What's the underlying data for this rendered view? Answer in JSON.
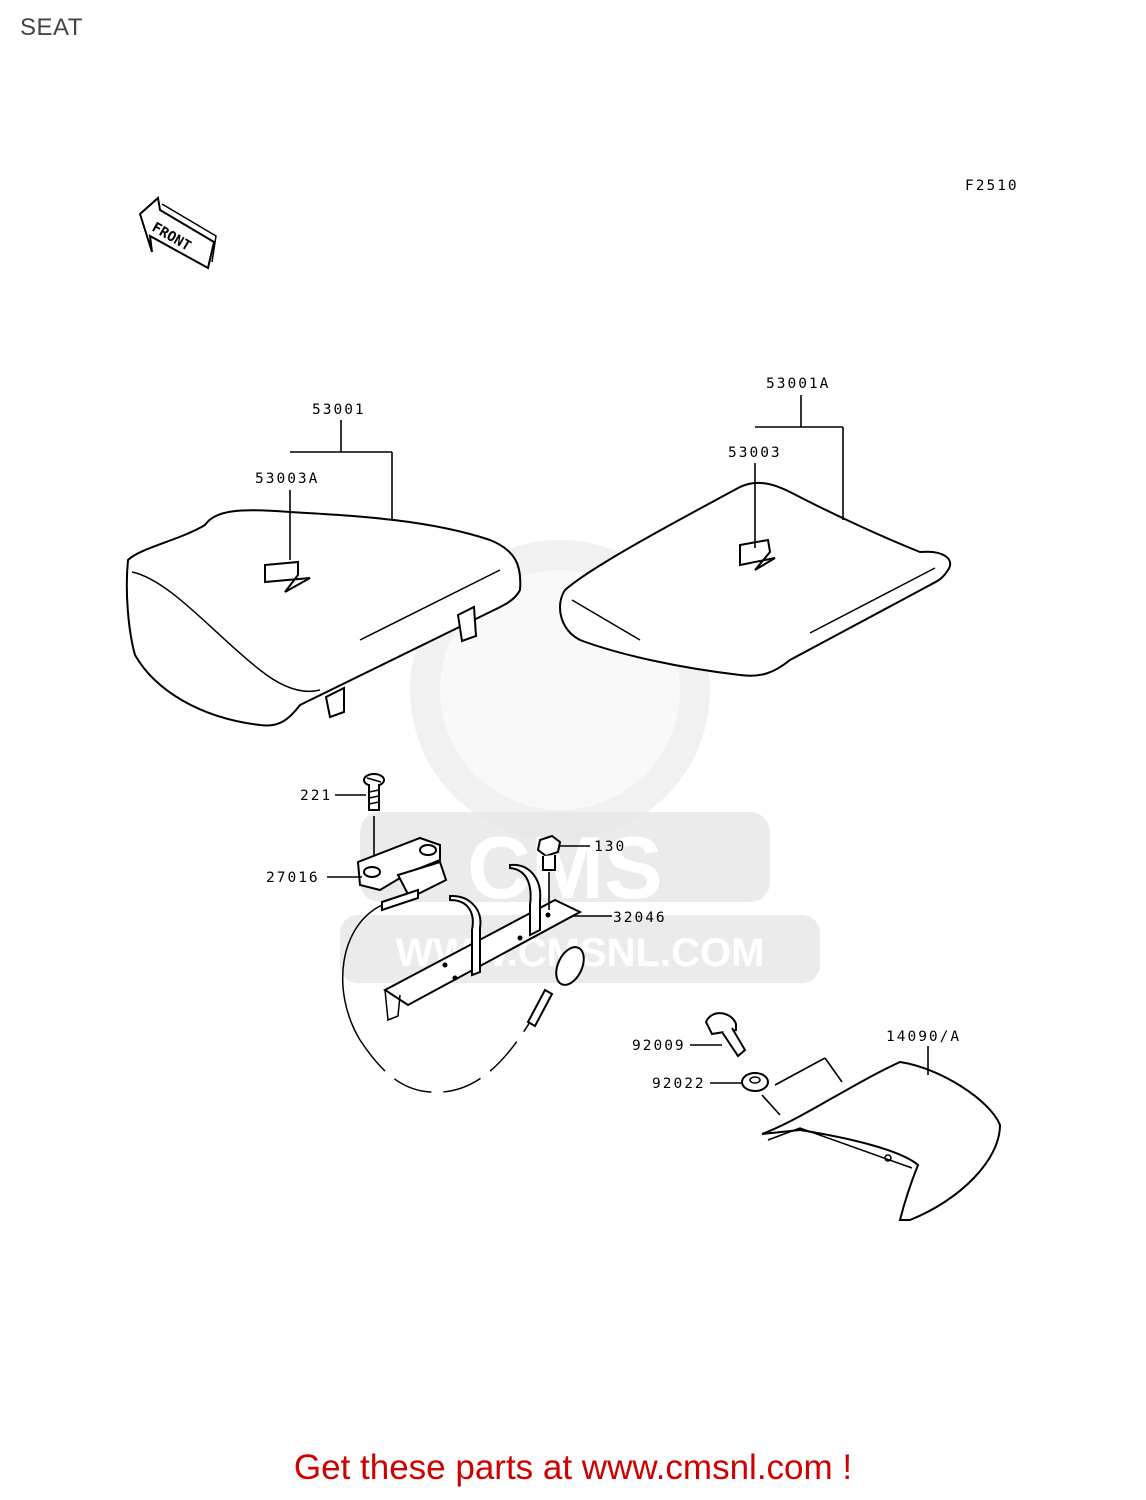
{
  "page": {
    "title": "SEAT"
  },
  "diagram": {
    "figure_code": "F2510",
    "front_arrow_text": "FRONT",
    "watermark": {
      "logo_text": "CMS",
      "url_text": "WWW.CMSNL.COM"
    },
    "part_labels": {
      "p53001": "53001",
      "p53003A": "53003A",
      "p53001A": "53001A",
      "p53003": "53003",
      "p221": "221",
      "p130": "130",
      "p27016": "27016",
      "p32046": "32046",
      "p92009": "92009",
      "p92022": "92022",
      "p14090A": "14090/A"
    }
  },
  "footer": {
    "cta_text": "Get these parts at www.cmsnl.com !",
    "cta_color": "#d00000"
  }
}
